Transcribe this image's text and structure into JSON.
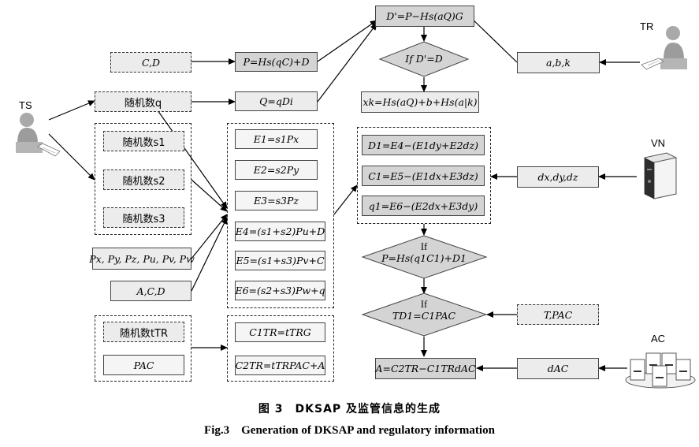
{
  "actors": {
    "ts": "TS",
    "tr": "TR",
    "vn": "VN",
    "ac": "AC"
  },
  "boxes": {
    "dprime": "D'=P−Hs(aQ)G",
    "cd": "C,D",
    "p_eq": "P=Hs(qC)+D",
    "abk": "a,b,k",
    "rand_q": "随机数q",
    "q_eq": "Q=qDi",
    "xk": "xk=Hs(aQ)+b+Hs(a|k)",
    "rand_s1": "随机数s1",
    "rand_s2": "随机数s2",
    "rand_s3": "随机数s3",
    "pset": "Px, Py, Pz, Pu, Pv, Pw",
    "acd": "A,C,D",
    "rand_ttr": "随机数tTR",
    "pac": "PAC",
    "e1": "E1=s1Px",
    "e2": "E2=s2Py",
    "e3": "E3=s3Pz",
    "e4": "E4=(s1+s2)Pu+D",
    "e5": "E5=(s1+s3)Pv+C",
    "e6": "E6=(s2+s3)Pw+q",
    "c1tr": "C1TR=tTRG",
    "c2tr": "C2TR=tTRPAC+A",
    "d1": "D1=E4−(E1dy+E2dz)",
    "c1": "C1=E5−(E1dx+E3dz)",
    "q1": "q1=E6−(E2dx+E3dy)",
    "dxyz": "dx,dy,dz",
    "tpac": "T,PAC",
    "dac": "dAC",
    "a_eq": "A=C2TR−C1TRdAC"
  },
  "diamonds": {
    "if_d": "If D'=D",
    "if_p_1": "If",
    "if_p_2": "P=Hs(q1C1)+D1",
    "if_td_1": "If",
    "if_td_2": "TD1=C1PAC"
  },
  "caption": {
    "cn": "图 3　DKSAP 及监管信息的生成",
    "en": "Fig.3　Generation of DKSAP and regulatory information"
  }
}
